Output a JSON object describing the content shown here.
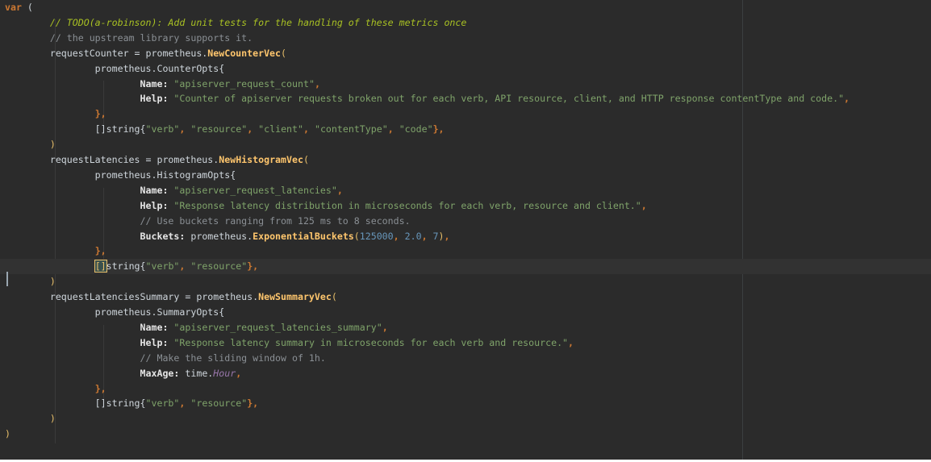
{
  "editor": {
    "colors": {
      "background": "#2b2b2b",
      "keyword": "#cc7832",
      "function": "#ffc66d",
      "string": "#7fa36a",
      "number": "#6897bb",
      "comment": "#8a8f94",
      "todo": "#a8c023",
      "constant": "#9876aa"
    },
    "current_line": 18,
    "lines": [
      [
        {
          "t": "var",
          "c": "kw"
        },
        {
          "t": " (",
          "c": "punc"
        }
      ],
      [
        {
          "t": "        ",
          "c": "punc"
        },
        {
          "t": "// TODO(a-robinson): Add unit tests for the handling of these metrics once",
          "c": "todo"
        }
      ],
      [
        {
          "t": "        ",
          "c": "punc"
        },
        {
          "t": "// the upstream library supports it.",
          "c": "cmt"
        }
      ],
      [
        {
          "t": "        requestCounter = prometheus.",
          "c": "id"
        },
        {
          "t": "NewCounterVec",
          "c": "fn"
        },
        {
          "t": "(",
          "c": "paren-y"
        }
      ],
      [
        {
          "t": "                prometheus.CounterOpts{",
          "c": "id"
        }
      ],
      [
        {
          "t": "                        ",
          "c": "id"
        },
        {
          "t": "Name:",
          "c": "field"
        },
        {
          "t": " ",
          "c": "id"
        },
        {
          "t": "\"apiserver_request_count\"",
          "c": "str"
        },
        {
          "t": ",",
          "c": "kw"
        }
      ],
      [
        {
          "t": "                        ",
          "c": "id"
        },
        {
          "t": "Help:",
          "c": "field"
        },
        {
          "t": " ",
          "c": "id"
        },
        {
          "t": "\"Counter of apiserver requests broken out for each verb, API resource, client, and HTTP response contentType and code.\"",
          "c": "str"
        },
        {
          "t": ",",
          "c": "kw"
        }
      ],
      [
        {
          "t": "                ",
          "c": "id"
        },
        {
          "t": "},",
          "c": "kw"
        }
      ],
      [
        {
          "t": "                []string{",
          "c": "id"
        },
        {
          "t": "\"verb\"",
          "c": "str"
        },
        {
          "t": ", ",
          "c": "kw"
        },
        {
          "t": "\"resource\"",
          "c": "str"
        },
        {
          "t": ", ",
          "c": "kw"
        },
        {
          "t": "\"client\"",
          "c": "str"
        },
        {
          "t": ", ",
          "c": "kw"
        },
        {
          "t": "\"contentType\"",
          "c": "str"
        },
        {
          "t": ", ",
          "c": "kw"
        },
        {
          "t": "\"code\"",
          "c": "str"
        },
        {
          "t": "},",
          "c": "kw"
        }
      ],
      [
        {
          "t": "        ",
          "c": "id"
        },
        {
          "t": ")",
          "c": "paren-y"
        }
      ],
      [
        {
          "t": "        requestLatencies = prometheus.",
          "c": "id"
        },
        {
          "t": "NewHistogramVec",
          "c": "fn"
        },
        {
          "t": "(",
          "c": "paren-y"
        }
      ],
      [
        {
          "t": "                prometheus.HistogramOpts{",
          "c": "id"
        }
      ],
      [
        {
          "t": "                        ",
          "c": "id"
        },
        {
          "t": "Name:",
          "c": "field"
        },
        {
          "t": " ",
          "c": "id"
        },
        {
          "t": "\"apiserver_request_latencies\"",
          "c": "str"
        },
        {
          "t": ",",
          "c": "kw"
        }
      ],
      [
        {
          "t": "                        ",
          "c": "id"
        },
        {
          "t": "Help:",
          "c": "field"
        },
        {
          "t": " ",
          "c": "id"
        },
        {
          "t": "\"Response latency distribution in microseconds for each verb, resource and client.\"",
          "c": "str"
        },
        {
          "t": ",",
          "c": "kw"
        }
      ],
      [
        {
          "t": "                        ",
          "c": "id"
        },
        {
          "t": "// Use buckets ranging from 125 ms to 8 seconds.",
          "c": "cmt"
        }
      ],
      [
        {
          "t": "                        ",
          "c": "id"
        },
        {
          "t": "Buckets:",
          "c": "field"
        },
        {
          "t": " prometheus.",
          "c": "id"
        },
        {
          "t": "ExponentialBuckets",
          "c": "fn"
        },
        {
          "t": "(",
          "c": "paren-y"
        },
        {
          "t": "125000",
          "c": "num"
        },
        {
          "t": ", ",
          "c": "kw"
        },
        {
          "t": "2.0",
          "c": "num"
        },
        {
          "t": ", ",
          "c": "kw"
        },
        {
          "t": "7",
          "c": "num"
        },
        {
          "t": ")",
          "c": "paren-y"
        },
        {
          "t": ",",
          "c": "kw"
        }
      ],
      [
        {
          "t": "                ",
          "c": "id"
        },
        {
          "t": "},",
          "c": "kw"
        }
      ],
      [
        {
          "t": "                ",
          "c": "id"
        },
        {
          "t": "[]",
          "c": "brk-hl"
        },
        {
          "t": "string{",
          "c": "id"
        },
        {
          "t": "\"verb\"",
          "c": "str"
        },
        {
          "t": ", ",
          "c": "kw"
        },
        {
          "t": "\"resource\"",
          "c": "str"
        },
        {
          "t": "},",
          "c": "kw"
        }
      ],
      [
        {
          "t": "        ",
          "c": "id"
        },
        {
          "t": ")",
          "c": "paren-y"
        }
      ],
      [
        {
          "t": "        requestLatenciesSummary = prometheus.",
          "c": "id"
        },
        {
          "t": "NewSummaryVec",
          "c": "fn"
        },
        {
          "t": "(",
          "c": "paren-y"
        }
      ],
      [
        {
          "t": "                prometheus.SummaryOpts{",
          "c": "id"
        }
      ],
      [
        {
          "t": "                        ",
          "c": "id"
        },
        {
          "t": "Name:",
          "c": "field"
        },
        {
          "t": " ",
          "c": "id"
        },
        {
          "t": "\"apiserver_request_latencies_summary\"",
          "c": "str"
        },
        {
          "t": ",",
          "c": "kw"
        }
      ],
      [
        {
          "t": "                        ",
          "c": "id"
        },
        {
          "t": "Help:",
          "c": "field"
        },
        {
          "t": " ",
          "c": "id"
        },
        {
          "t": "\"Response latency summary in microseconds for each verb and resource.\"",
          "c": "str"
        },
        {
          "t": ",",
          "c": "kw"
        }
      ],
      [
        {
          "t": "                        ",
          "c": "id"
        },
        {
          "t": "// Make the sliding window of 1h.",
          "c": "cmt"
        }
      ],
      [
        {
          "t": "                        ",
          "c": "id"
        },
        {
          "t": "MaxAge:",
          "c": "field"
        },
        {
          "t": " time.",
          "c": "id"
        },
        {
          "t": "Hour",
          "c": "const"
        },
        {
          "t": ",",
          "c": "kw"
        }
      ],
      [
        {
          "t": "                ",
          "c": "id"
        },
        {
          "t": "},",
          "c": "kw"
        }
      ],
      [
        {
          "t": "                []string{",
          "c": "id"
        },
        {
          "t": "\"verb\"",
          "c": "str"
        },
        {
          "t": ", ",
          "c": "kw"
        },
        {
          "t": "\"resource\"",
          "c": "str"
        },
        {
          "t": "},",
          "c": "kw"
        }
      ],
      [
        {
          "t": "        ",
          "c": "id"
        },
        {
          "t": ")",
          "c": "paren-y"
        }
      ],
      [
        {
          "t": ")",
          "c": "paren-y"
        }
      ]
    ]
  }
}
